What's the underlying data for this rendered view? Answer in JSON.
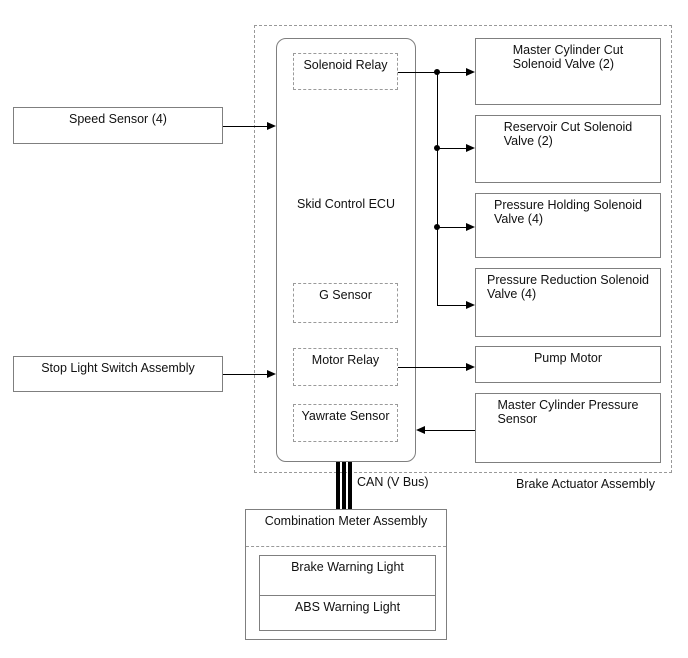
{
  "colors": {
    "background": "#ffffff",
    "box_border": "#7f7f7f",
    "dashed_border": "#999999",
    "connector": "#000000",
    "text": "#111111"
  },
  "assembly": {
    "label": "Brake Actuator Assembly"
  },
  "bus": {
    "label": "CAN (V Bus)"
  },
  "ecu": {
    "label": "Skid Control ECU",
    "modules": [
      {
        "label": "Solenoid Relay"
      },
      {
        "label": "G Sensor"
      },
      {
        "label": "Motor Relay"
      },
      {
        "label": "Yawrate Sensor"
      }
    ]
  },
  "inputs": [
    {
      "label": "Speed Sensor (4)"
    },
    {
      "label": "Stop Light Switch Assembly"
    }
  ],
  "outputs": [
    {
      "label": "Master Cylinder Cut\nSolenoid Valve (2)"
    },
    {
      "label": "Reservoir Cut Solenoid\nValve (2)"
    },
    {
      "label": "Pressure Holding Solenoid\nValve (4)"
    },
    {
      "label": "Pressure Reduction Solenoid\nValve (4)"
    },
    {
      "label": "Pump Motor"
    },
    {
      "label": "Master Cylinder Pressure\nSensor"
    }
  ],
  "meter": {
    "title": "Combination Meter Assembly",
    "lights": [
      {
        "label": "Brake Warning Light"
      },
      {
        "label": "ABS Warning Light"
      }
    ]
  }
}
